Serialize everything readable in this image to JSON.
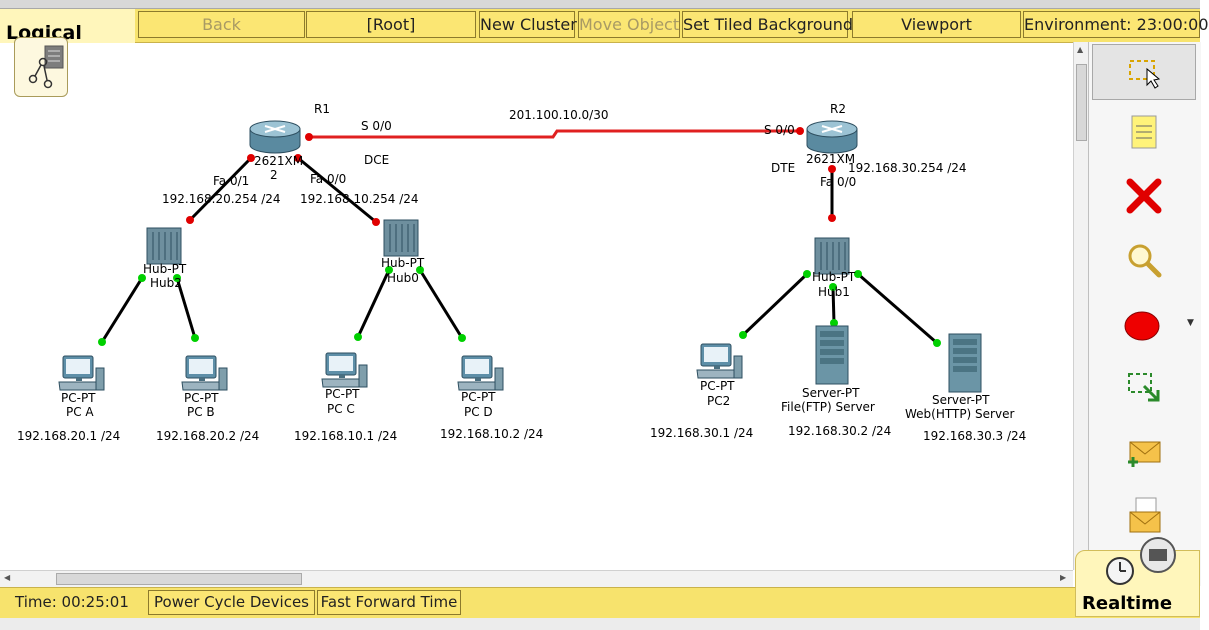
{
  "toolbar": {
    "mode_tab": "Logical",
    "back": "Back",
    "root": "[Root]",
    "new_cluster": "New Cluster",
    "move_object": "Move Object",
    "set_tiled_background": "Set Tiled Background",
    "viewport": "Viewport",
    "environment": "Environment: 23:00:00"
  },
  "topology": {
    "r1": {
      "name": "R1",
      "model": "2621XM",
      "model_suffix": "2",
      "serial_port": "S 0/0",
      "dce": "DCE",
      "fa01": "Fa 0/1",
      "fa00": "Fa 0/0",
      "ip_fa01": "192.168.20.254 /24",
      "ip_fa00": "192.168.10.254 /24"
    },
    "r2": {
      "name": "R2",
      "model": "2621XM",
      "serial_port": "S 0/0",
      "dte": "DTE",
      "fa00": "Fa 0/0",
      "ip": "192.168.30.254 /24"
    },
    "wan_network": "201.100.10.0/30",
    "hub_left": {
      "type": "Hub-PT",
      "name": "Hub2"
    },
    "hub_mid": {
      "type": "Hub-PT",
      "name": "Hub0"
    },
    "hub_right": {
      "type": "Hub-PT",
      "name": "Hub1"
    },
    "pc_a": {
      "type": "PC-PT",
      "name": "PC A",
      "ip": "192.168.20.1 /24"
    },
    "pc_b": {
      "type": "PC-PT",
      "name": "PC B",
      "ip": "192.168.20.2 /24"
    },
    "pc_c": {
      "type": "PC-PT",
      "name": "PC C",
      "ip": "192.168.10.1 /24"
    },
    "pc_d": {
      "type": "PC-PT",
      "name": "PC D",
      "ip": "192.168.10.2 /24"
    },
    "pc2": {
      "type": "PC-PT",
      "name": "PC2",
      "ip": "192.168.30.1 /24"
    },
    "ftp_server": {
      "type": "Server-PT",
      "name": "File(FTP) Server",
      "ip": "192.168.30.2 /24"
    },
    "http_server": {
      "type": "Server-PT",
      "name": "Web(HTTP) Server",
      "ip": "192.168.30.3 /24"
    }
  },
  "right_tools": [
    "select-icon",
    "note-icon",
    "delete-icon",
    "inspect-icon",
    "draw-shape-icon",
    "resize-icon",
    "add-simple-pdu-icon",
    "add-complex-pdu-icon"
  ],
  "status": {
    "time": "Time: 00:25:01",
    "power_cycle": "Power Cycle Devices",
    "fast_forward": "Fast Forward Time",
    "realtime": "Realtime"
  },
  "colors": {
    "toolbar": "#f7e36d",
    "link_up": "#00d000",
    "link_down": "#e00000",
    "serial_link": "#e02020"
  }
}
